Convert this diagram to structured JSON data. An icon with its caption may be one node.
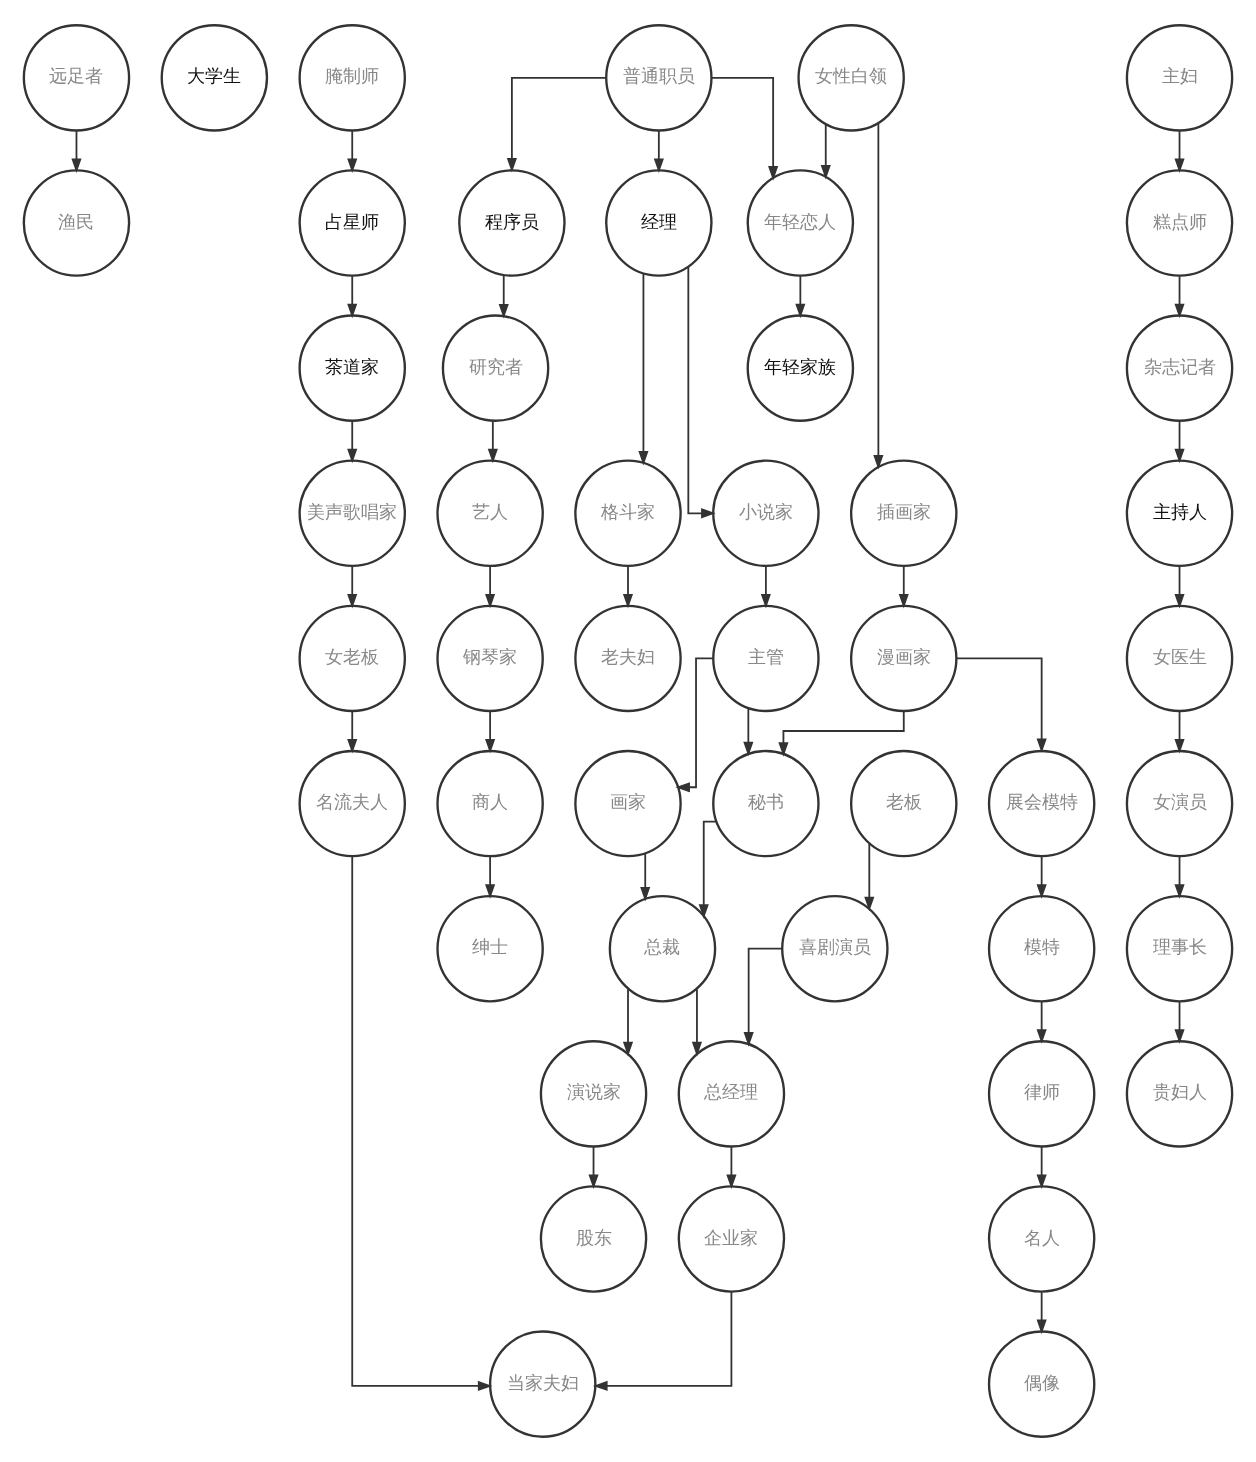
{
  "diagram": {
    "nodes": [
      {
        "text": [
          "远足者"
        ]
      },
      {
        "text": [
          "大学生"
        ]
      },
      {
        "text": [
          "普通职员"
        ]
      },
      {
        "text": [
          "女性白领"
        ]
      },
      {
        "text": [
          "腌制师"
        ]
      },
      {
        "text": [
          "主妇"
        ]
      },
      {
        "text": [
          "渔民"
        ]
      },
      {
        "text": [
          "程序员"
        ]
      },
      {
        "text": [
          "经理"
        ]
      },
      {
        "text": [
          "年轻恋人"
        ]
      },
      {
        "text": [
          "占星师"
        ]
      },
      {
        "text": [
          "糕点师"
        ]
      },
      {
        "text": [
          "研究者"
        ]
      },
      {
        "text": [
          "年轻家族"
        ]
      },
      {
        "text": [
          "茶道家"
        ]
      },
      {
        "text": [
          "杂志记者"
        ]
      },
      {
        "text": [
          "艺人"
        ]
      },
      {
        "text": [
          "格斗家"
        ]
      },
      {
        "text": [
          "小说家"
        ]
      },
      {
        "text": [
          "插画家"
        ]
      },
      {
        "text": [
          "美声歌唱家"
        ]
      },
      {
        "text": [
          "主持人"
        ]
      },
      {
        "text": [
          "钢琴家"
        ]
      },
      {
        "text": [
          "老夫妇"
        ]
      },
      {
        "text": [
          "主管"
        ]
      },
      {
        "text": [
          "漫画家"
        ]
      },
      {
        "text": [
          "女老板"
        ]
      },
      {
        "text": [
          "女医生"
        ]
      },
      {
        "text": [
          "商人"
        ]
      },
      {
        "text": [
          "画家"
        ]
      },
      {
        "text": [
          "秘书"
        ]
      },
      {
        "text": [
          "老板"
        ]
      },
      {
        "text": [
          "展会模特"
        ]
      },
      {
        "text": [
          "名流夫人"
        ]
      },
      {
        "text": [
          "女演员"
        ]
      },
      {
        "text": [
          "绅士"
        ]
      },
      {
        "text": [
          "总裁"
        ]
      },
      {
        "text": [
          "喜剧演员"
        ]
      },
      {
        "text": [
          "模特"
        ]
      },
      {
        "text": [
          "理事长"
        ]
      },
      {
        "text": [
          "演说家"
        ]
      },
      {
        "text": [
          "总经理"
        ]
      },
      {
        "text": [
          "律师"
        ]
      },
      {
        "text": [
          "贵妇人"
        ]
      },
      {
        "text": [
          "股东"
        ]
      },
      {
        "text": [
          "企业家"
        ]
      },
      {
        "text": [
          "名人"
        ]
      },
      {
        "text": [
          "偶像"
        ]
      },
      {
        "text": [
          "当家夫妇"
        ]
      }
    ],
    "edges": [
      {
        "from": 0,
        "to": 6,
        "arrow": "to"
      },
      {
        "from": 2,
        "to": 7,
        "arrow": "to"
      },
      {
        "from": 2,
        "to": 8,
        "arrow": "to"
      },
      {
        "from": 2,
        "to": 9,
        "arrow": "to"
      },
      {
        "from": 3,
        "to": 9,
        "arrow": "to"
      },
      {
        "from": 3,
        "to": 19,
        "arrow": "to"
      },
      {
        "from": 4,
        "to": 10,
        "arrow": "to"
      },
      {
        "from": 5,
        "to": 11,
        "arrow": "to"
      },
      {
        "from": 7,
        "to": 12,
        "arrow": "to"
      },
      {
        "from": 8,
        "to": 17,
        "arrow": "to"
      },
      {
        "from": 8,
        "to": 18,
        "arrow": "to"
      },
      {
        "from": 9,
        "to": 13,
        "arrow": "to"
      },
      {
        "from": 10,
        "to": 14,
        "arrow": "to"
      },
      {
        "from": 11,
        "to": 15,
        "arrow": "to"
      },
      {
        "from": 12,
        "to": 16,
        "arrow": "to"
      },
      {
        "from": 14,
        "to": 20,
        "arrow": "to"
      },
      {
        "from": 15,
        "to": 21,
        "arrow": "to"
      },
      {
        "from": 16,
        "to": 22,
        "arrow": "to"
      },
      {
        "from": 17,
        "to": 23,
        "arrow": "to"
      },
      {
        "from": 18,
        "to": 24,
        "arrow": "to"
      },
      {
        "from": 19,
        "to": 25,
        "arrow": "to"
      },
      {
        "from": 20,
        "to": 26,
        "arrow": "to"
      },
      {
        "from": 21,
        "to": 27,
        "arrow": "to"
      },
      {
        "from": 22,
        "to": 28,
        "arrow": "to"
      },
      {
        "from": 24,
        "to": 29,
        "arrow": "to"
      },
      {
        "from": 24,
        "to": 30,
        "arrow": "to"
      },
      {
        "from": 25,
        "to": 30,
        "arrow": "to"
      },
      {
        "from": 25,
        "to": 32,
        "arrow": "to"
      },
      {
        "from": 26,
        "to": 33,
        "arrow": "to"
      },
      {
        "from": 27,
        "to": 34,
        "arrow": "to"
      },
      {
        "from": 28,
        "to": 35,
        "arrow": "to"
      },
      {
        "from": 29,
        "to": 36,
        "arrow": "to"
      },
      {
        "from": 30,
        "to": 36,
        "arrow": "to"
      },
      {
        "from": 31,
        "to": 37,
        "arrow": "to"
      },
      {
        "from": 32,
        "to": 38,
        "arrow": "to"
      },
      {
        "from": 34,
        "to": 39,
        "arrow": "to"
      },
      {
        "from": 36,
        "to": 40,
        "arrow": "to"
      },
      {
        "from": 36,
        "to": 41,
        "arrow": "to"
      },
      {
        "from": 37,
        "to": 41,
        "arrow": "to"
      },
      {
        "from": 38,
        "to": 42,
        "arrow": "to"
      },
      {
        "from": 39,
        "to": 43,
        "arrow": "to"
      },
      {
        "from": 40,
        "to": 44,
        "arrow": "to"
      },
      {
        "from": 41,
        "to": 45,
        "arrow": "to"
      },
      {
        "from": 42,
        "to": 46,
        "arrow": "to"
      },
      {
        "from": 46,
        "to": 47,
        "arrow": "to"
      },
      {
        "from": 45,
        "to": 48,
        "arrow": "to"
      },
      {
        "from": 33,
        "to": 48,
        "arrow": "to"
      }
    ]
  }
}
